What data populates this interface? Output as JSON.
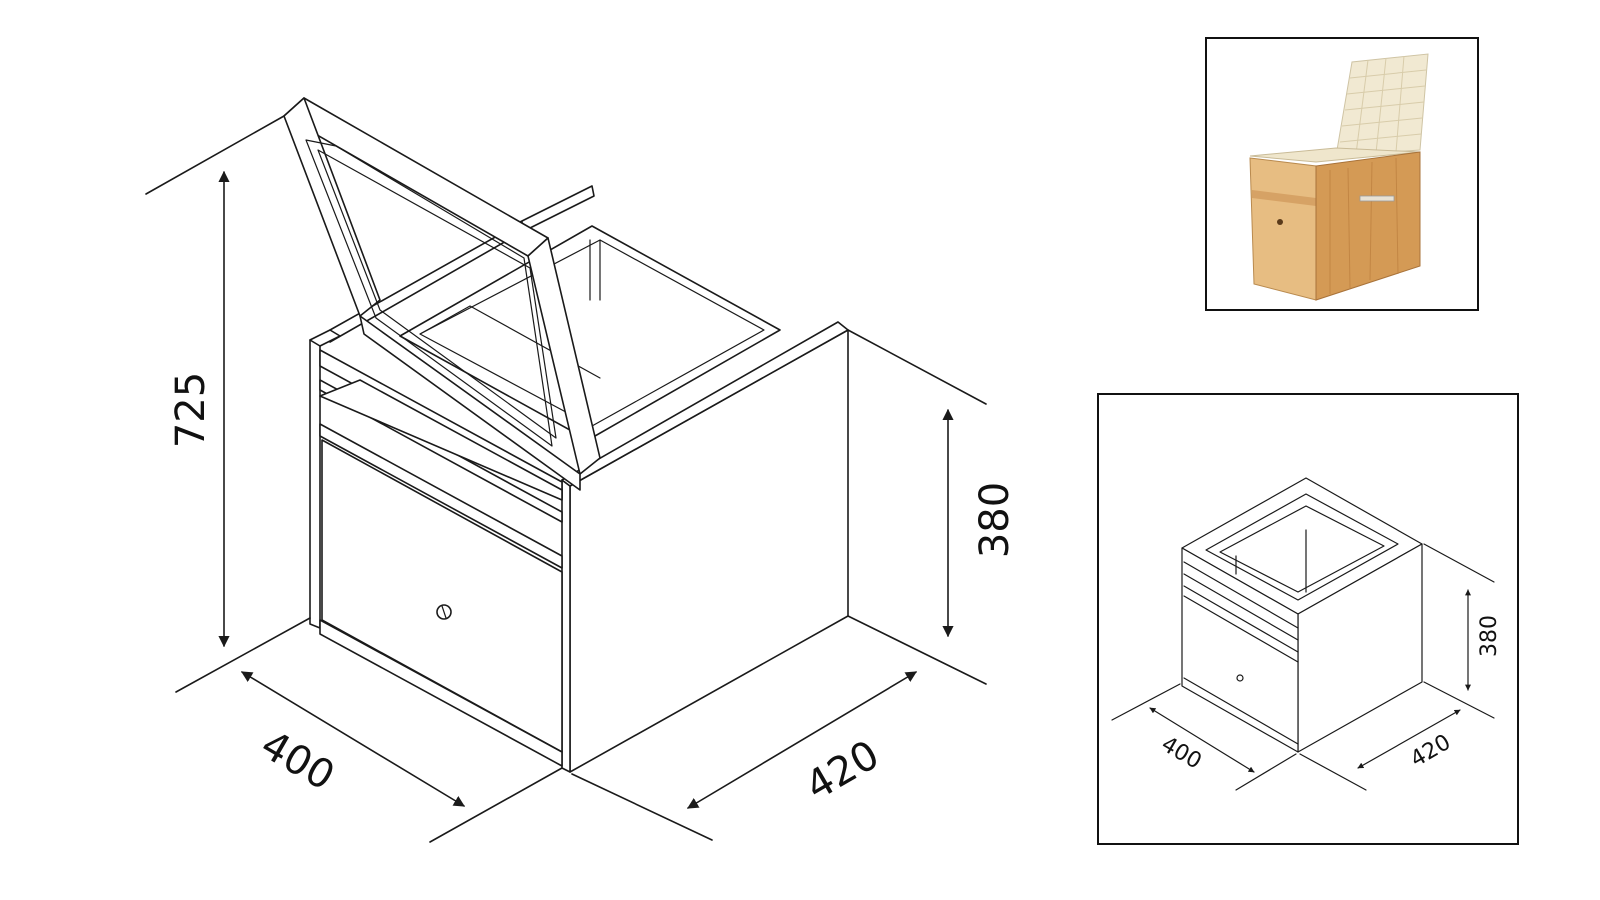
{
  "main_drawing": {
    "dim_height_total": "725",
    "dim_height_box": "380",
    "dim_depth": "400",
    "dim_width": "420"
  },
  "closed_drawing": {
    "dim_height_box": "380",
    "dim_depth": "400",
    "dim_width": "420"
  },
  "photo": {
    "wood_color": "#d9a566",
    "wood_dark": "#b97f3e",
    "strap_color": "#f3ecd6"
  }
}
